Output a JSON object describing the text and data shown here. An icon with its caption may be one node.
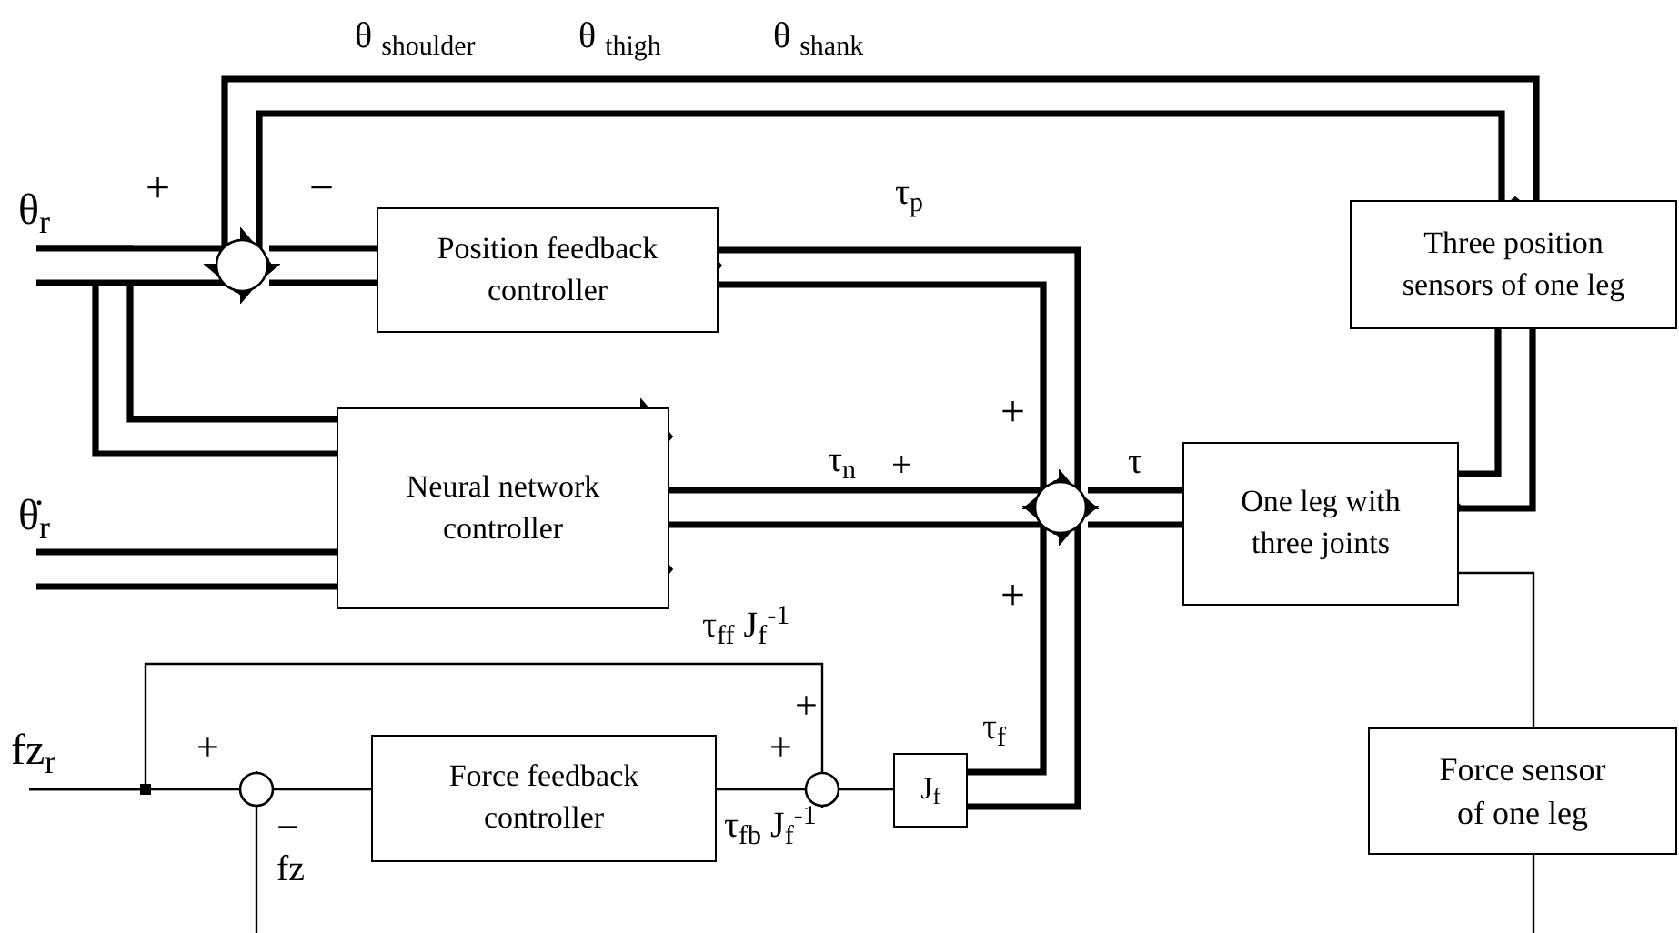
{
  "diagram": {
    "nodes": [
      {
        "text": [],
        "shape": "circle"
      },
      {
        "text": [
          "Position feedback controller"
        ]
      },
      {
        "text": [
          "Neural network controller"
        ]
      },
      {
        "text": [],
        "shape": "circle"
      },
      {
        "text": [
          "One leg with three joints"
        ]
      },
      {
        "text": [
          "Three position sensors of one leg"
        ]
      },
      {
        "text": [
          "Force sensor of one leg"
        ]
      },
      {
        "text": [],
        "shape": "circle"
      },
      {
        "text": [
          "Force feedback controller"
        ]
      },
      {
        "text": [],
        "shape": "circle"
      },
      {
        "text": [
          "J$_{f}$"
        ]
      },
      {
        "text": [
          "θ$_{r}$"
        ]
      },
      {
        "text": [
          "θ̇$_{r}$"
        ]
      },
      {
        "text": [
          "fz$_{r}$"
        ]
      }
    ],
    "edges": [
      {
        "from": 11,
        "to": 0,
        "arrow": "to"
      },
      {
        "from": 5,
        "to": 0,
        "arrow": "to"
      },
      {
        "from": 0,
        "to": 1,
        "arrow": "to"
      },
      {
        "from": 11,
        "to": 2,
        "arrow": "to"
      },
      {
        "from": 12,
        "to": 2,
        "arrow": "to"
      },
      {
        "from": 1,
        "to": 3,
        "arrow": "to",
        "label": "τ$_{p}$"
      },
      {
        "from": 2,
        "to": 3,
        "arrow": "to",
        "label": "τ$_{n}$"
      },
      {
        "from": 3,
        "to": 4,
        "arrow": "to",
        "label": "τ"
      },
      {
        "from": 4,
        "to": 5,
        "arrow": "to"
      },
      {
        "from": 4,
        "to": 6,
        "arrow": "to"
      },
      {
        "from": 10,
        "to": 3,
        "arrow": "to",
        "label": "τ$_{f}$"
      },
      {
        "from": 13,
        "to": 7,
        "arrow": "to"
      },
      {
        "from": 13,
        "to": 9,
        "arrow": "to",
        "label": "τ$_{ff}$ J$_{f}$$^{-1}$"
      },
      {
        "from": 7,
        "to": 8,
        "arrow": "to"
      },
      {
        "from": 8,
        "to": 9,
        "arrow": "to",
        "label": "τ$_{fb}$ J$_{f}$$^{-1}$"
      },
      {
        "from": 9,
        "to": 10,
        "arrow": "to"
      },
      {
        "from": null,
        "to": 7,
        "arrow": "to",
        "label": "fz"
      },
      {
        "from": 6,
        "to": null,
        "arrow": "none"
      }
    ],
    "labels": [
      "θ $_{shoulder}$",
      "θ $_{thigh}$",
      "θ $_{shank}$",
      "+",
      "−",
      "+",
      "+",
      "+",
      "+",
      "−",
      "+",
      "+"
    ]
  }
}
